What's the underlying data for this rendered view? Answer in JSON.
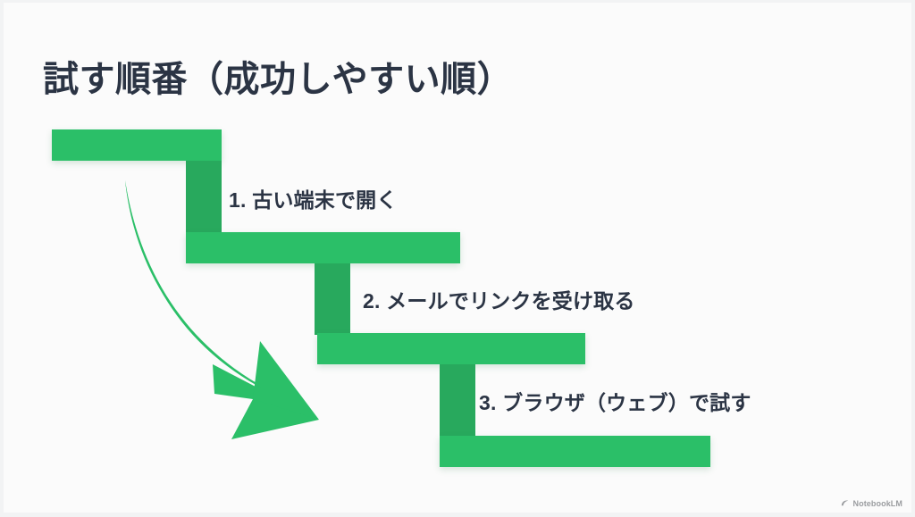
{
  "slide": {
    "title": "試す順番（成功しやすい順）",
    "background_color": "#fbfbfb",
    "text_color": "#2b3444",
    "accent_color": "#2bbf68",
    "accent_shadow_color": "#28a95d"
  },
  "steps": [
    {
      "number": "1.",
      "label": "1. 古い端末で開く"
    },
    {
      "number": "2.",
      "label": "2. メールでリンクを受け取る"
    },
    {
      "number": "3.",
      "label": "3. ブラウザ（ウェブ）で試す"
    }
  ],
  "arrow": {
    "name": "curved-down-right-arrow",
    "color": "#2bbf68",
    "direction": "down-right"
  },
  "watermark": {
    "label": "NotebookLM",
    "icon": "notebooklm-icon",
    "color": "#5f6368"
  }
}
